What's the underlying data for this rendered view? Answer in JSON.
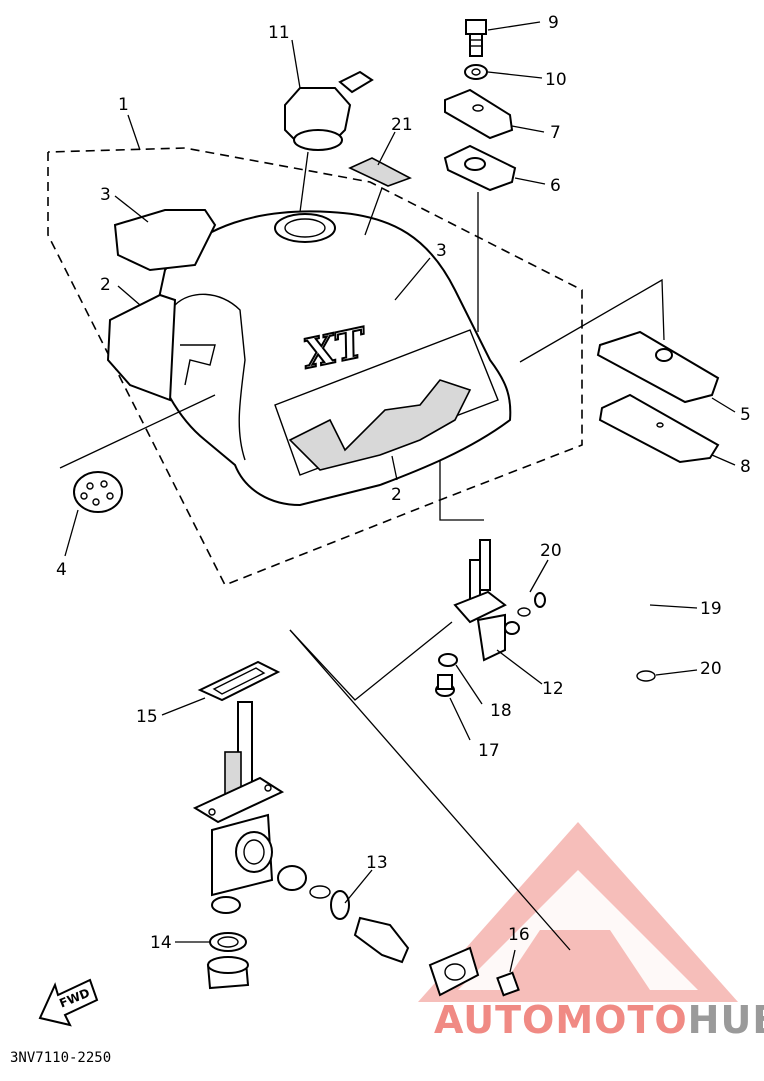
{
  "callouts": {
    "c1": "1",
    "c2a": "2",
    "c2b": "2",
    "c3a": "3",
    "c3b": "3",
    "c4": "4",
    "c5": "5",
    "c6": "6",
    "c7": "7",
    "c8": "8",
    "c9": "9",
    "c10": "10",
    "c11": "11",
    "c12": "12",
    "c13": "13",
    "c14": "14",
    "c15": "15",
    "c16": "16",
    "c17": "17",
    "c18": "18",
    "c19": "19",
    "c20a": "20",
    "c20b": "20",
    "c21": "21"
  },
  "tank_emblem": "XT",
  "fwd_label": "FWD",
  "diagram_code": "3NV7110-2250",
  "watermark": {
    "part1": "AUTO",
    "part2": "MOTO",
    "part3": "HUB",
    "color_primary": "#f08a84",
    "color_secondary": "#9a9a9a"
  }
}
